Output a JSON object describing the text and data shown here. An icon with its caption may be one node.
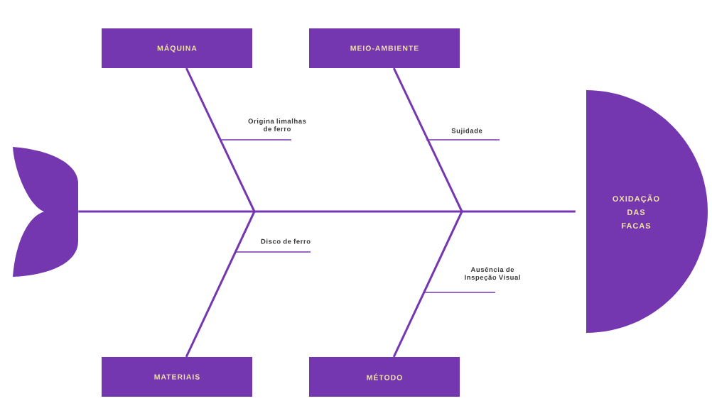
{
  "diagram": {
    "nodes": [
      {
        "text": [
          "MÁQUINA"
        ]
      },
      {
        "text": [
          "MEIO-AMBIENTE"
        ]
      },
      {
        "text": [],
        "shape": "tail"
      },
      {
        "text": [
          "OXIDAÇÃO DAS FACAS"
        ]
      },
      {
        "text": [
          "MATERIAIS"
        ]
      },
      {
        "text": [
          "MÉTODO"
        ]
      }
    ],
    "edges": [
      {
        "from": 2,
        "to": 3,
        "arrow": "none"
      },
      {
        "from": 0,
        "to": null,
        "arrow": "none"
      },
      {
        "from": 1,
        "to": null,
        "arrow": "none"
      },
      {
        "from": 4,
        "to": null,
        "arrow": "none"
      },
      {
        "from": 5,
        "to": null,
        "arrow": "none"
      }
    ],
    "labels": [
      "Origina limalhas de ferro",
      "Sujidade",
      "Disco de ferro",
      "Ausência de Inspeção Visual"
    ]
  }
}
